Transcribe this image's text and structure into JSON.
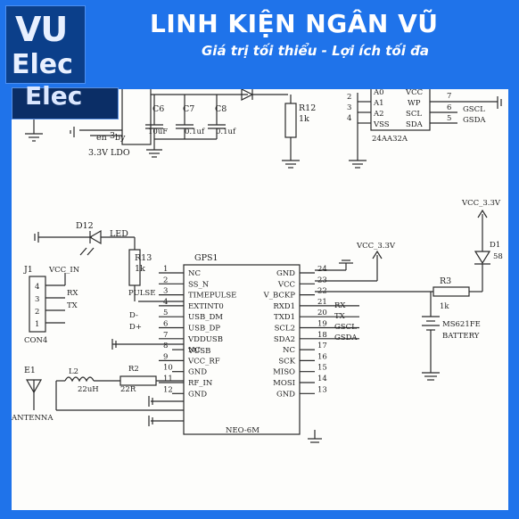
{
  "banner": {
    "logo_line1": "VU",
    "logo_line2": "Elec",
    "brand": "LINH KIỆN NGÂN VŨ",
    "slogan": "Giá trị tối thiểu - Lợi ích tối đa"
  },
  "watermark_logo": "Elec",
  "power": {
    "c6": "C6",
    "c6_val": "10uF",
    "c7": "C7",
    "c7_val": "0.1uf",
    "c8": "C8",
    "c8_val": "0.1uf",
    "ldo_en": "en",
    "ldo_by": "by",
    "ldo_pin3": "3",
    "ldo_label": "3.3V LDO",
    "r12": "R12",
    "r12_val": "1k"
  },
  "eeprom": {
    "label": "24AA32A",
    "left_pins": [
      "A0",
      "A1",
      "A2",
      "VSS"
    ],
    "left_nums": [
      "2",
      "3",
      "4"
    ],
    "right_pins": [
      "VCC",
      "WP",
      "SCL",
      "SDA"
    ],
    "right_nums": [
      "7",
      "6",
      "5"
    ],
    "net_scl": "GSCL",
    "net_sda": "GSDA"
  },
  "led": {
    "ref": "D12",
    "label": "LED",
    "r13": "R13",
    "r13_val": "1k"
  },
  "connector": {
    "ref": "J1",
    "net": "VCC_IN",
    "pins": [
      "4",
      "3",
      "2",
      "1"
    ],
    "signals": [
      "RX",
      "TX"
    ],
    "label": "CON4"
  },
  "gps": {
    "ref": "GPS1",
    "part": "NEO-6M",
    "left_nums": [
      "1",
      "2",
      "3",
      "4",
      "5",
      "6",
      "7",
      "8",
      "9",
      "10",
      "11",
      "12"
    ],
    "left_pins": [
      "NC",
      "SS_N",
      "TIMEPULSE",
      "EXTINT0",
      "USB_DM",
      "USB_DP",
      "VDDUSB",
      "NC",
      "VCC_RF",
      "GND",
      "RF_IN",
      "GND"
    ],
    "right_nums": [
      "24",
      "23",
      "22",
      "21",
      "20",
      "19",
      "18",
      "17",
      "16",
      "15",
      "14",
      "13"
    ],
    "right_pins": [
      "GND",
      "VCC",
      "V_BCKP",
      "RXD1",
      "TXD1",
      "SCL2",
      "SDA2",
      "NC",
      "SCK",
      "MISO",
      "MOSI",
      "GND"
    ],
    "right_nets": [
      "RX",
      "TX",
      "GSCL",
      "GSDA"
    ],
    "left_nets": {
      "pulse": "PULSE",
      "dm": "D-",
      "dp": "D+",
      "vusb": "VUSB"
    },
    "vcc_net": "VCC_3.3V"
  },
  "backup": {
    "r3": "R3",
    "r3_val": "1k",
    "battery1": "MS621FE",
    "battery2": "BATTERY",
    "diode": "D1",
    "diode_val": "58",
    "vcc_net": "VCC_3.3V"
  },
  "rf": {
    "antenna_ref": "E1",
    "antenna_label": "ANTENNA",
    "l2": "L2",
    "l2_val": "22uH",
    "r2": "R2",
    "r2_val": "22R"
  },
  "colors": {
    "banner_bg": "#1f73ea",
    "logo_bg": "#0b3f8a",
    "sheet_bg": "#fdfdfb",
    "ink": "#1e1e1e"
  }
}
